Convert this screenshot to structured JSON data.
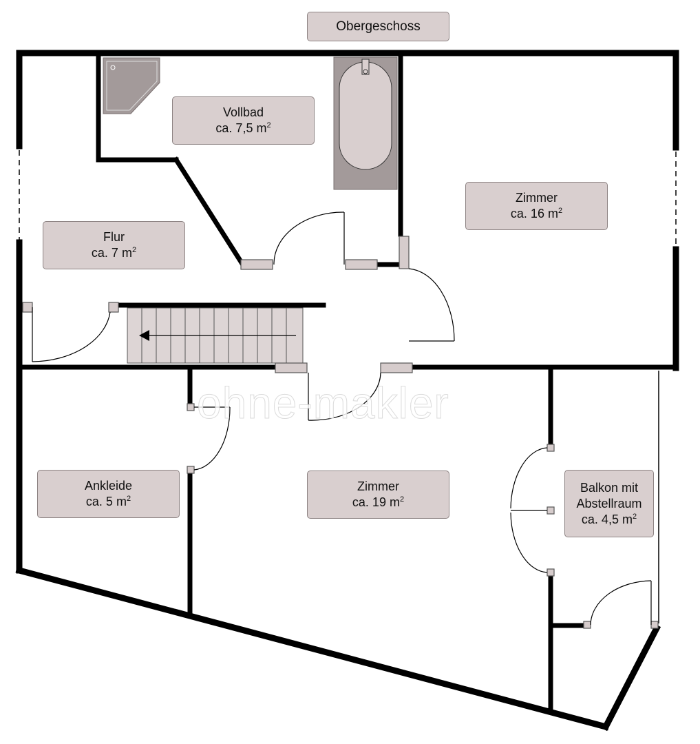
{
  "title": "Obergeschoss",
  "rooms": [
    {
      "name": "Vollbad",
      "area": "ca. 7,5 m",
      "unit_sup": "2"
    },
    {
      "name": "Zimmer",
      "area": "ca. 16 m",
      "unit_sup": "2"
    },
    {
      "name": "Flur",
      "area": "ca. 7 m",
      "unit_sup": "2"
    },
    {
      "name": "Ankleide",
      "area": "ca. 5 m",
      "unit_sup": "2"
    },
    {
      "name": "Zimmer",
      "area": "ca. 19 m",
      "unit_sup": "2"
    },
    {
      "name_line1": "Balkon mit",
      "name_line2": "Abstellraum",
      "area": "ca. 4,5 m",
      "unit_sup": "2"
    }
  ],
  "watermark": "ohne-makler",
  "colors": {
    "wall": "#000000",
    "label_fill": "#d9cfcf",
    "fixture_fill": "#a39a9a",
    "stair_fill": "#ddd5d5",
    "door_post": "#d6cccc"
  }
}
